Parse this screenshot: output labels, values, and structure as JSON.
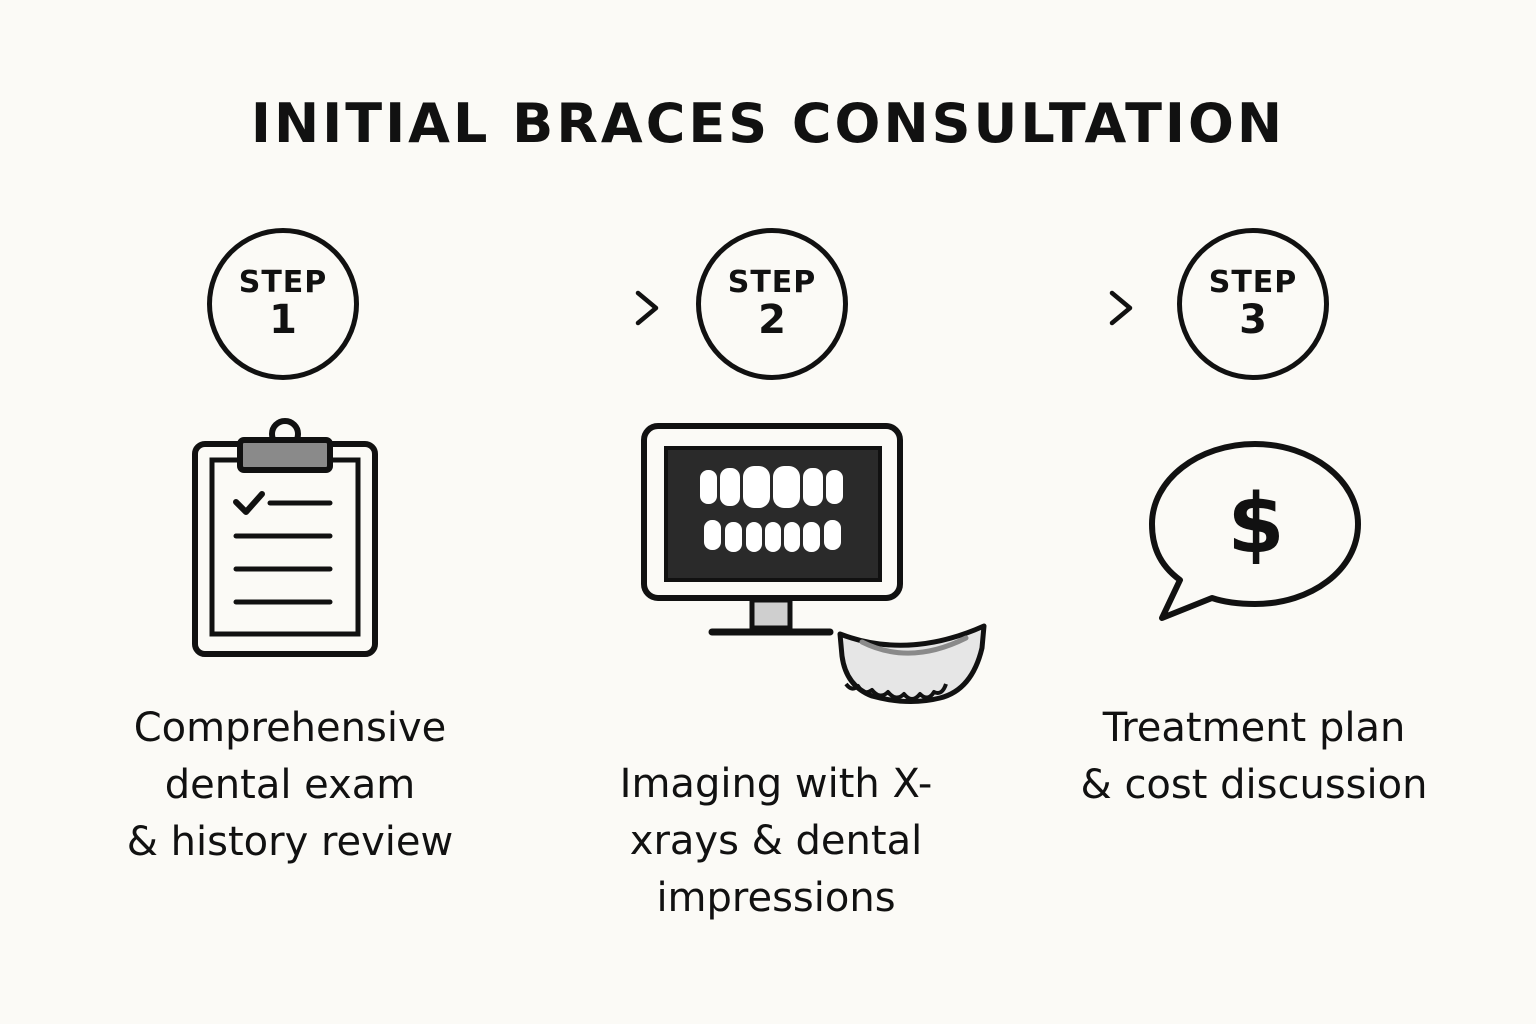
{
  "title": "INITIAL BRACES CONSULTATION",
  "steps": [
    {
      "label": "STEP",
      "number": "1",
      "icon": "clipboard-checklist-icon",
      "caption_lines": [
        "Comprehensive",
        "dental exam",
        "& history review"
      ]
    },
    {
      "label": "STEP",
      "number": "2",
      "icon": "xray-monitor-icon",
      "caption_lines": [
        "Imaging with X-",
        "xrays & dental",
        "impressions"
      ]
    },
    {
      "label": "STEP",
      "number": "3",
      "icon": "cost-speech-bubble-icon",
      "symbol": "$",
      "caption_lines": [
        "Treatment plan",
        "& cost discussion"
      ]
    }
  ]
}
